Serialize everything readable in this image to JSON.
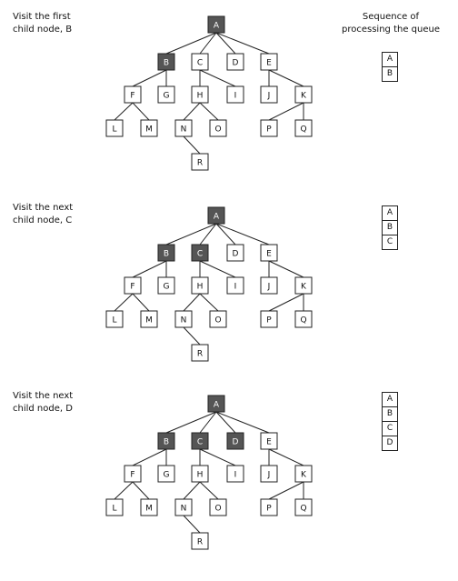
{
  "queue_title": "Sequence of\nprocessing the queue",
  "nodes": [
    "A",
    "B",
    "C",
    "D",
    "E",
    "F",
    "G",
    "H",
    "I",
    "J",
    "K",
    "L",
    "M",
    "N",
    "O",
    "P",
    "Q",
    "R"
  ],
  "edges": [
    [
      "A",
      "B"
    ],
    [
      "A",
      "C"
    ],
    [
      "A",
      "D"
    ],
    [
      "A",
      "E"
    ],
    [
      "B",
      "F"
    ],
    [
      "B",
      "G"
    ],
    [
      "C",
      "H"
    ],
    [
      "C",
      "I"
    ],
    [
      "E",
      "J"
    ],
    [
      "E",
      "K"
    ],
    [
      "F",
      "L"
    ],
    [
      "F",
      "M"
    ],
    [
      "H",
      "N"
    ],
    [
      "H",
      "O"
    ],
    [
      "K",
      "P"
    ],
    [
      "K",
      "Q"
    ],
    [
      "N",
      "R"
    ]
  ],
  "colors": {
    "visited_fill": "#555555",
    "visited_text": "#ffffff",
    "node_fill": "#ffffff",
    "line": "#222222"
  },
  "panels": [
    {
      "caption": "Visit the first\nchild node, B",
      "visited": [
        "A",
        "B"
      ],
      "queue": [
        "A",
        "B"
      ]
    },
    {
      "caption": "Visit the next\nchild node, C",
      "visited": [
        "A",
        "B",
        "C"
      ],
      "queue": [
        "A",
        "B",
        "C"
      ]
    },
    {
      "caption": "Visit the next\nchild node, D",
      "visited": [
        "A",
        "B",
        "C",
        "D"
      ],
      "queue": [
        "A",
        "B",
        "C",
        "D"
      ]
    }
  ]
}
